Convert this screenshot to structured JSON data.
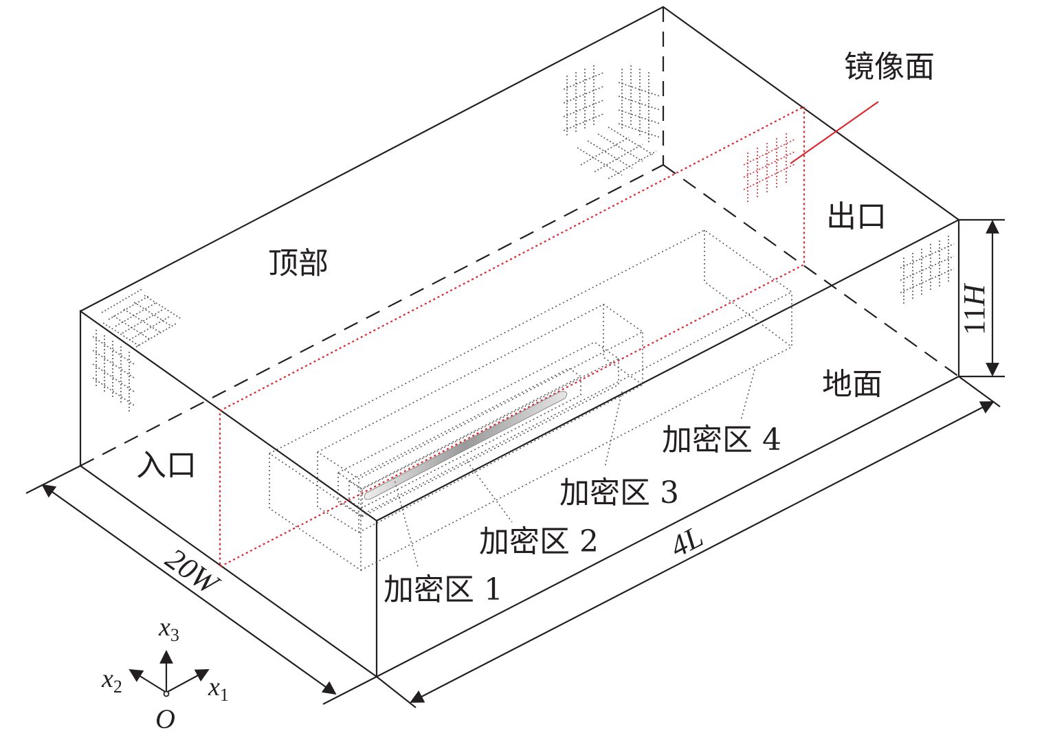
{
  "labels": {
    "top": "顶部",
    "inlet": "入口",
    "outlet": "出口",
    "ground": "地面",
    "mirror": "镜像面",
    "zone1": "加密区 1",
    "zone2": "加密区 2",
    "zone3": "加密区 3",
    "zone4": "加密区 4"
  },
  "dimensions": {
    "width": "20W",
    "length": "4L",
    "height_num": "11",
    "height_var": "H"
  },
  "axes": {
    "x1_base": "x",
    "x1_sub": "1",
    "x2_base": "x",
    "x2_sub": "2",
    "x3_base": "x",
    "x3_sub": "3",
    "origin": "O"
  },
  "colors": {
    "line": "#231f20",
    "mirror": "#e0242b",
    "mesh": "#555555"
  }
}
